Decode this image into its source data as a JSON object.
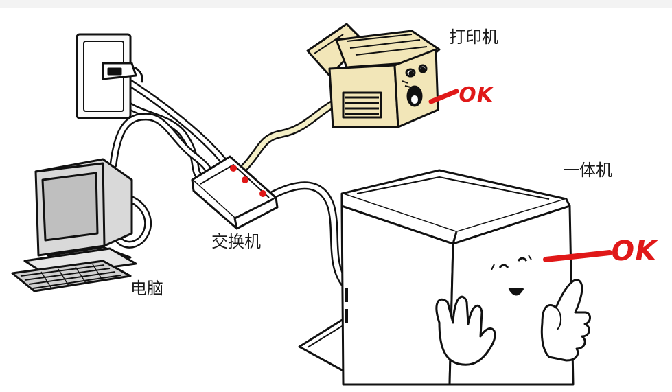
{
  "labels": {
    "printer": "打印机",
    "mfp": "一体机",
    "switch": "交换机",
    "computer": "电脑"
  },
  "status": {
    "printer_ok": "OK",
    "mfp_ok": "OK"
  },
  "colors": {
    "ink": "#111111",
    "cable_fill": "#f4efc6",
    "printer_body": "#f2e6b8",
    "monitor_screen": "#bfbfbf",
    "monitor_body": "#d9d9d9",
    "switch_led": "#e01818",
    "ok_red": "#e01818"
  },
  "icons": [
    "wall-outlet-icon",
    "printer-icon",
    "network-switch-icon",
    "computer-icon",
    "multifunction-printer-icon"
  ]
}
